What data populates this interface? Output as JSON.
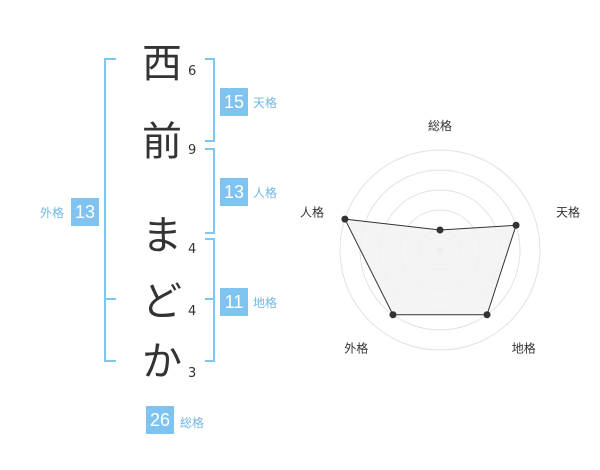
{
  "name_chars": [
    {
      "char": "西",
      "strokes": "6"
    },
    {
      "char": "前",
      "strokes": "9"
    },
    {
      "char": "ま",
      "strokes": "4"
    },
    {
      "char": "ど",
      "strokes": "4"
    },
    {
      "char": "か",
      "strokes": "3"
    }
  ],
  "kaku": {
    "tenkaku": {
      "value": "15",
      "label": "天格"
    },
    "jinkaku": {
      "value": "13",
      "label": "人格"
    },
    "chikaku": {
      "value": "11",
      "label": "地格"
    },
    "gaikaku": {
      "value": "13",
      "label": "外格"
    },
    "soukaku": {
      "value": "26",
      "label": "総格"
    }
  },
  "radar": {
    "axes": [
      "総格",
      "天格",
      "地格",
      "外格",
      "人格"
    ],
    "values": [
      1,
      4,
      4,
      4,
      5
    ],
    "max": 5,
    "fill_color": "#f2f2f2",
    "line_color": "#333333"
  },
  "colors": {
    "accent": "#7fc4f0",
    "label": "#6fb8e6",
    "text": "#333333"
  }
}
